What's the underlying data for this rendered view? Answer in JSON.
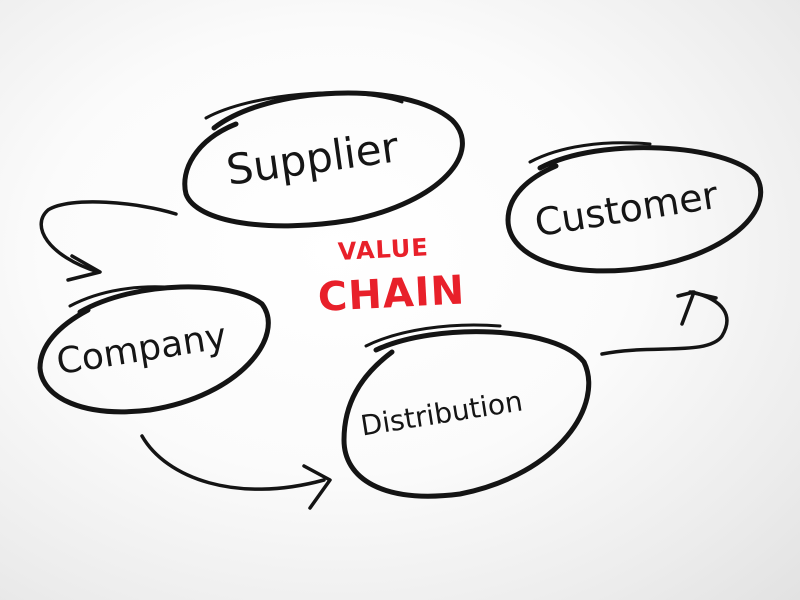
{
  "diagram": {
    "title": {
      "line1": "VALUE",
      "line2": "CHAIN",
      "color": "#e8202a"
    },
    "nodes": {
      "supplier": "Supplier",
      "company": "Company",
      "distribution": "Distribution",
      "customer": "Customer"
    },
    "flow": [
      "Supplier",
      "Company",
      "Distribution",
      "Customer"
    ],
    "ink_color": "#141414",
    "style": "hand-drawn ovals with curved arrows"
  }
}
